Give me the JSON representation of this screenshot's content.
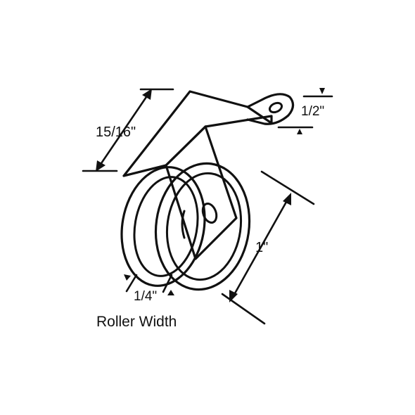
{
  "labels": {
    "height": "15/16\"",
    "mount_offset": "1/2\"",
    "diameter": "1\"",
    "width": "1/4\"",
    "caption": "Roller Width"
  },
  "colors": {
    "line": "#111111",
    "background": "#ffffff"
  }
}
